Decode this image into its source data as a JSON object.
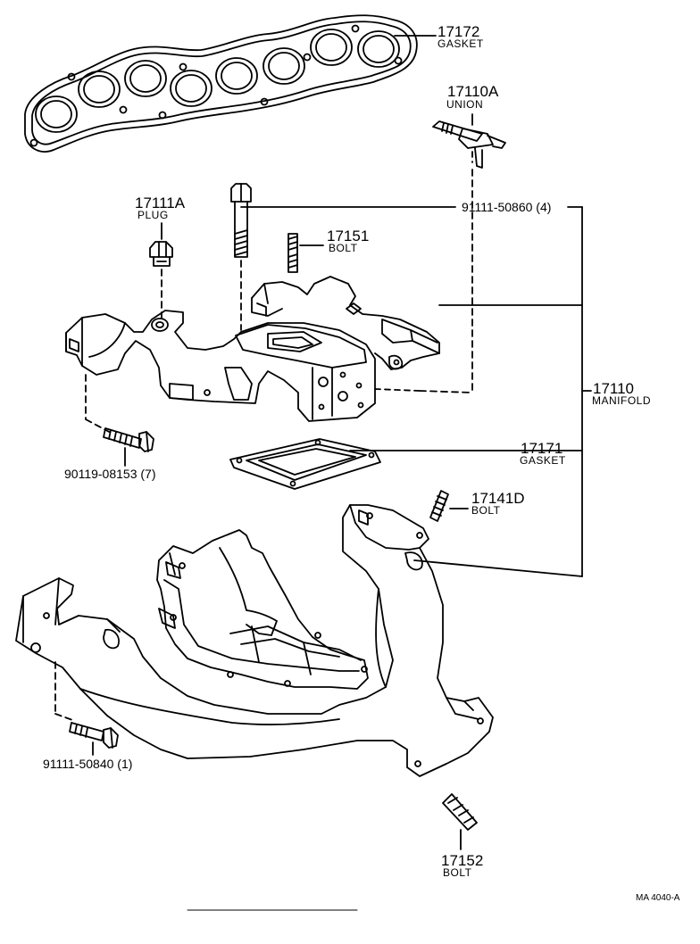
{
  "diagram": {
    "parts": [
      {
        "id": "gasket_top",
        "number": "17172",
        "name": "GASKET"
      },
      {
        "id": "union",
        "number": "17110A",
        "name": "UNION"
      },
      {
        "id": "plug",
        "number": "17111A",
        "name": "PLUG"
      },
      {
        "id": "bolt_4",
        "number": "91111-50860 (4)",
        "name": ""
      },
      {
        "id": "bolt_17151",
        "number": "17151",
        "name": "BOLT"
      },
      {
        "id": "manifold",
        "number": "17110",
        "name": "MANIFOLD"
      },
      {
        "id": "bolt_7",
        "number": "90119-08153 (7)",
        "name": ""
      },
      {
        "id": "gasket_mid",
        "number": "17171",
        "name": "GASKET"
      },
      {
        "id": "bolt_17141d",
        "number": "17141D",
        "name": "BOLT"
      },
      {
        "id": "bolt_1",
        "number": "91111-50840 (1)",
        "name": ""
      },
      {
        "id": "bolt_17152",
        "number": "17152",
        "name": "BOLT"
      }
    ],
    "footer_code": "MA 4040-A"
  }
}
